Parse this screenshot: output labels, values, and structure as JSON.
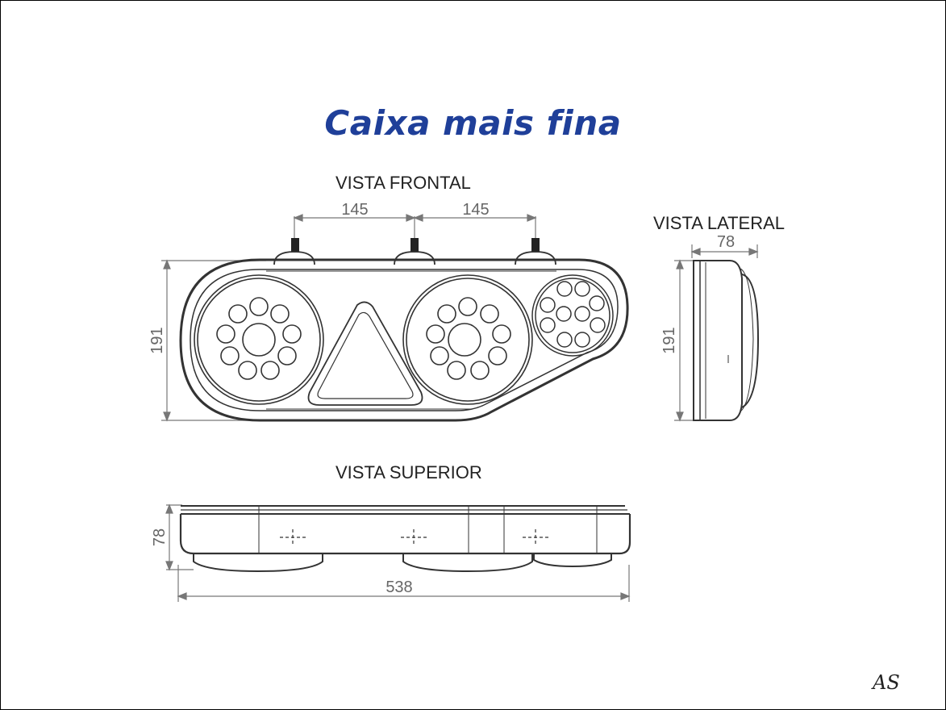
{
  "title": "Caixa mais fina",
  "views": {
    "front": {
      "label": "VISTA FRONTAL",
      "spacing_left": "145",
      "spacing_right": "145",
      "height": "191"
    },
    "side": {
      "label": "VISTA LATERAL",
      "depth": "78",
      "height": "191"
    },
    "top": {
      "label": "VISTA SUPERIOR",
      "depth": "78",
      "length": "538"
    }
  },
  "signature": "AS",
  "colors": {
    "title": "#1f3f99",
    "lines": "#333333",
    "dimensions": "#777777"
  }
}
